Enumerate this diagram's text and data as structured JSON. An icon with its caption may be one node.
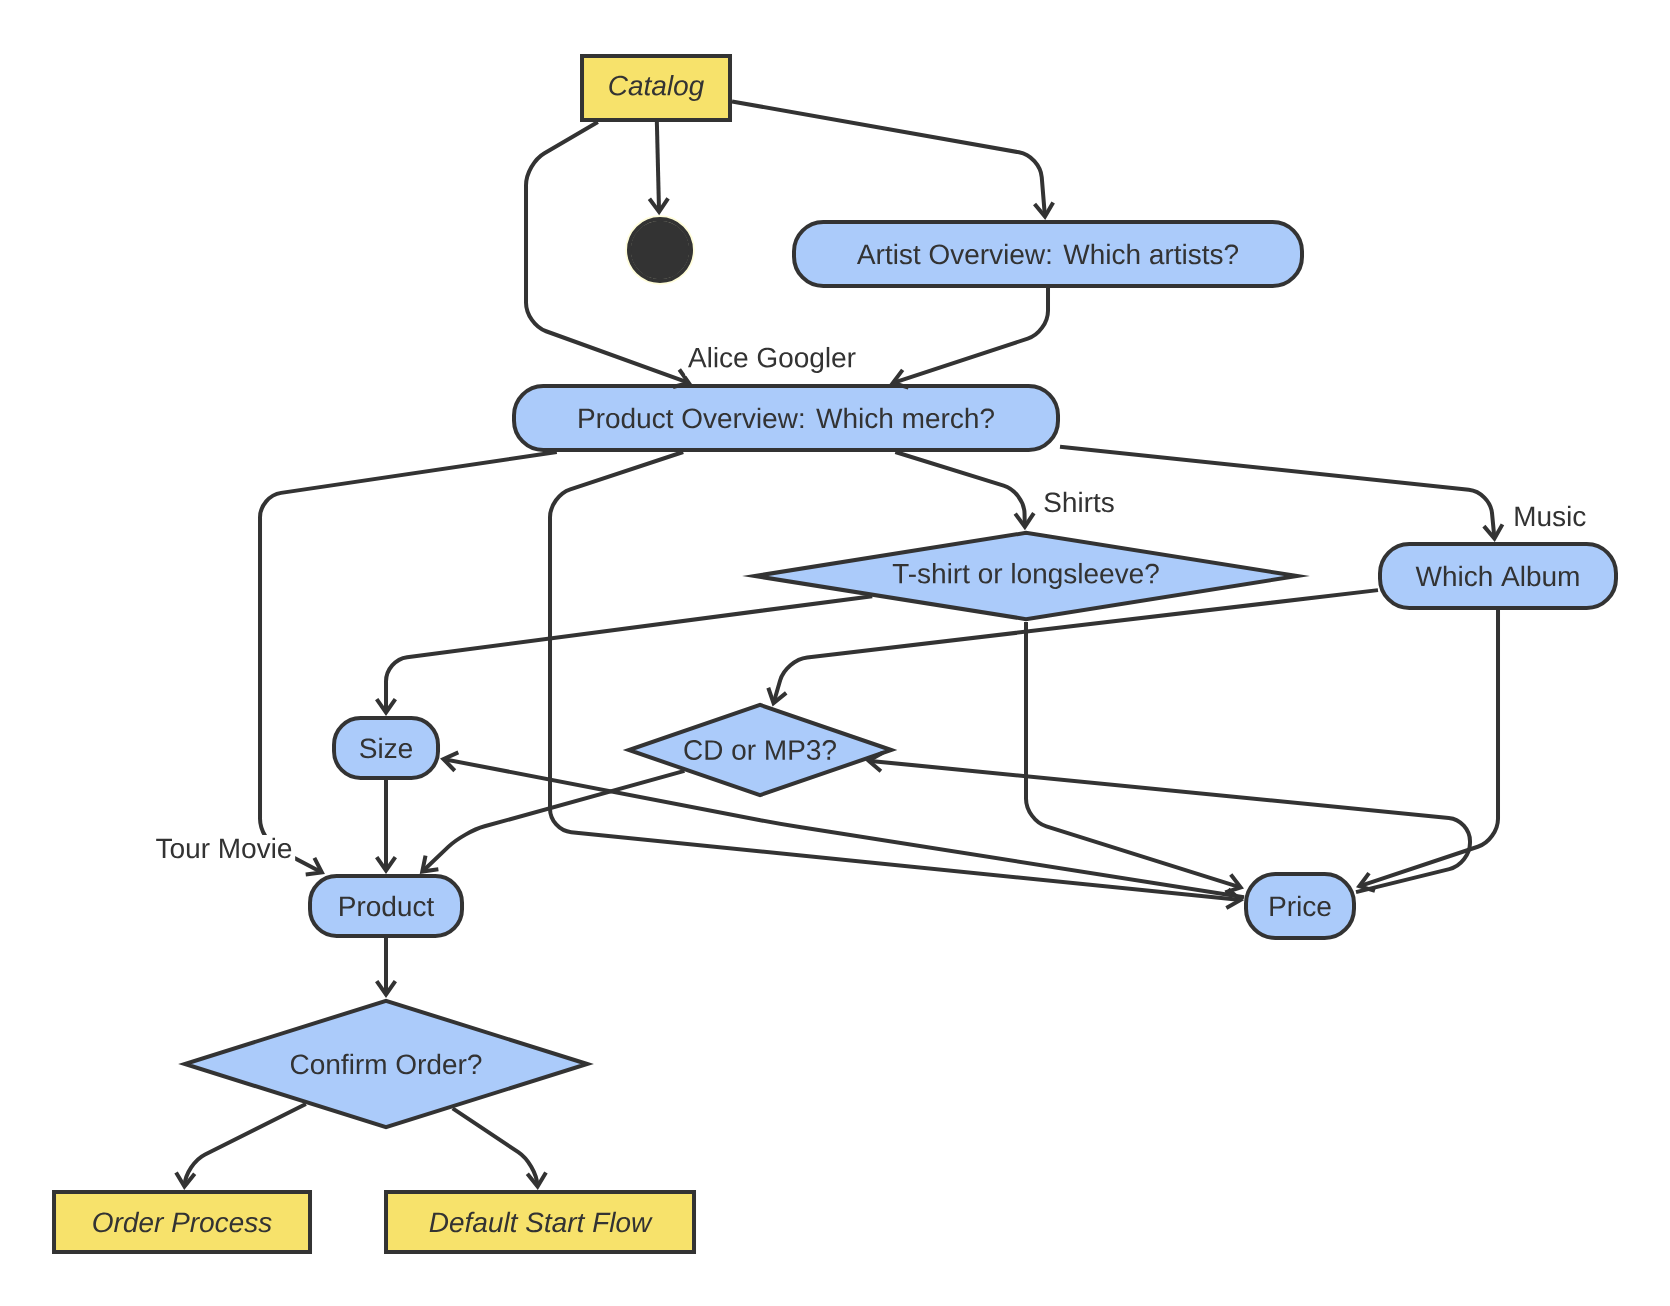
{
  "diagram": {
    "nodes": [
      {
        "text": [
          "Catalog"
        ]
      },
      {
        "text": [],
        "shape": "circle"
      },
      {
        "text": [
          "Artist Overview: Which artists?"
        ]
      },
      {
        "text": [
          "Product Overview: Which merch?"
        ]
      },
      {
        "text": [
          "T-shirt or longsleeve?"
        ]
      },
      {
        "text": [
          "Which Album"
        ]
      },
      {
        "text": [
          "Size"
        ]
      },
      {
        "text": [
          "CD or MP3?"
        ]
      },
      {
        "text": [
          "Product"
        ]
      },
      {
        "text": [
          "Price"
        ]
      },
      {
        "text": [
          "Confirm Order?"
        ]
      },
      {
        "text": [
          "Order Process"
        ]
      },
      {
        "text": [
          "Default Start Flow"
        ]
      }
    ],
    "edges": [
      {
        "from": 0,
        "to": 1,
        "arrow": "to"
      },
      {
        "from": 0,
        "to": 2,
        "arrow": "to"
      },
      {
        "from": 0,
        "to": 3,
        "arrow": "to",
        "label": "Alice Googler"
      },
      {
        "from": 2,
        "to": 3,
        "arrow": "to"
      },
      {
        "from": 3,
        "to": 8,
        "arrow": "to",
        "label": "Tour Movie"
      },
      {
        "from": 3,
        "to": 9,
        "arrow": "to"
      },
      {
        "from": 3,
        "to": 4,
        "arrow": "to",
        "label": "Shirts"
      },
      {
        "from": 3,
        "to": 5,
        "arrow": "to",
        "label": "Music"
      },
      {
        "from": 4,
        "to": 6,
        "arrow": "to"
      },
      {
        "from": 4,
        "to": 9,
        "arrow": "to"
      },
      {
        "from": 5,
        "to": 7,
        "arrow": "to"
      },
      {
        "from": 5,
        "to": 9,
        "arrow": "to"
      },
      {
        "from": 6,
        "to": 8,
        "arrow": "to"
      },
      {
        "from": 7,
        "to": 8,
        "arrow": "to"
      },
      {
        "from": 9,
        "to": 6,
        "arrow": "to"
      },
      {
        "from": 9,
        "to": 7,
        "arrow": "to"
      },
      {
        "from": 8,
        "to": 10,
        "arrow": "to"
      },
      {
        "from": 10,
        "to": 11,
        "arrow": "to"
      },
      {
        "from": 10,
        "to": 12,
        "arrow": "to"
      }
    ]
  }
}
